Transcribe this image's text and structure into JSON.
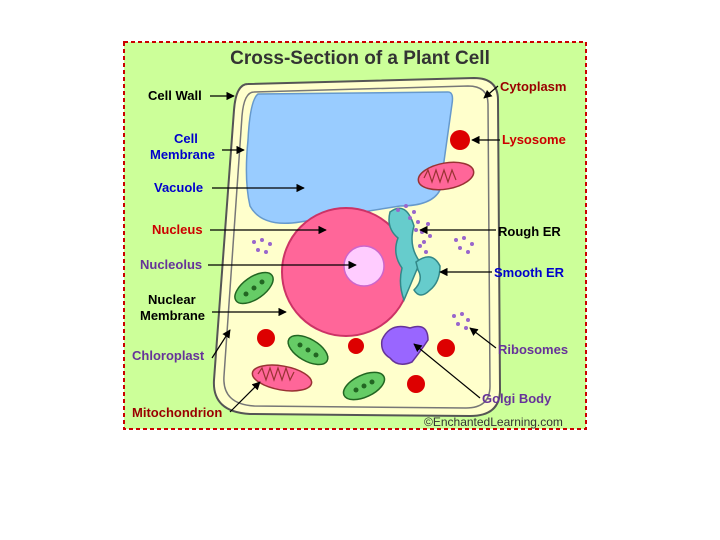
{
  "title": "Cross-Section of a Plant Cell",
  "labels": {
    "cell_wall": "Cell Wall",
    "cell_membrane_1": "Cell",
    "cell_membrane_2": "Membrane",
    "vacuole": "Vacuole",
    "nucleus": "Nucleus",
    "nucleolus": "Nucleolus",
    "nuclear_membrane_1": "Nuclear",
    "nuclear_membrane_2": "Membrane",
    "chloroplast": "Chloroplast",
    "mitochondrion": "Mitochondrion",
    "cytoplasm": "Cytoplasm",
    "lysosome": "Lysosome",
    "rough_er": "Rough ER",
    "smooth_er": "Smooth ER",
    "ribosomes": "Ribosomes",
    "golgi_body": "Golgi Body"
  },
  "credit": "©EnchantedLearning.com",
  "colors": {
    "background": "#ccff99",
    "border": "#cc0000",
    "cytoplasm": "#ffffcc",
    "vacuole": "#99ccff",
    "nucleus": "#ff6699",
    "nucleolus": "#ffccff",
    "chloroplast": "#66cc66",
    "mitochondrion": "#ff6699",
    "lysosome": "#dd0000",
    "ribosome": "#9966cc",
    "golgi": "#9966ff",
    "er": "#66cccc",
    "label_red": "#cc0000",
    "label_blue": "#0000cc",
    "label_purple": "#663399",
    "label_dark_red": "#990000"
  }
}
